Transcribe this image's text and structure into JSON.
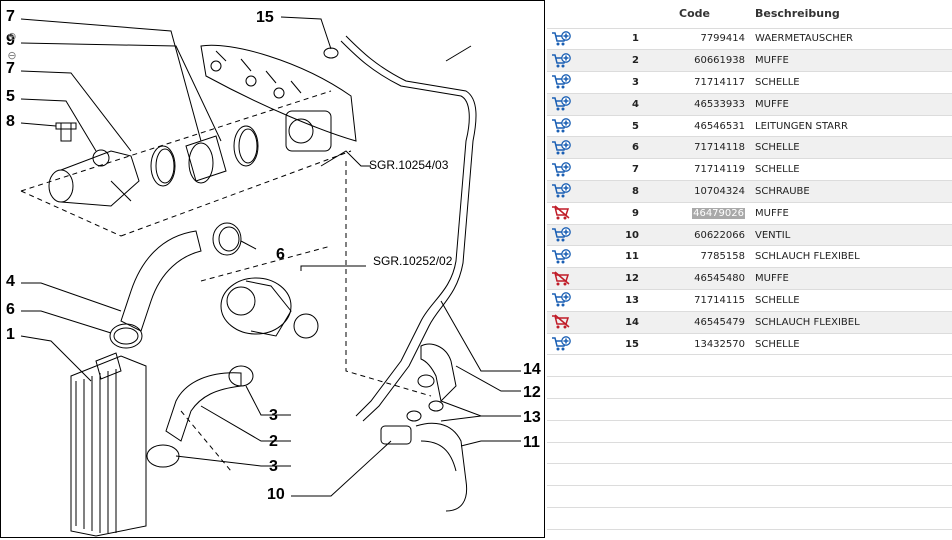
{
  "diagram": {
    "callouts": [
      "7",
      "9",
      "7",
      "5",
      "8",
      "15",
      "4",
      "6",
      "1",
      "6",
      "3",
      "2",
      "3",
      "10",
      "14",
      "12",
      "13",
      "11"
    ],
    "references": [
      "SGR.10254/03",
      "SGR.10252/02"
    ],
    "zoom_tools": [
      "zoom-in-icon",
      "zoom-out-icon"
    ]
  },
  "table": {
    "headers": {
      "icon": "",
      "num": "",
      "code": "Code",
      "desc": "Beschreibung"
    },
    "rows": [
      {
        "num": "1",
        "code": "7799414",
        "desc": "WAERMETAUSCHER",
        "icon": "add-to-cart-icon",
        "color": "#1a5fb4"
      },
      {
        "num": "2",
        "code": "60661938",
        "desc": "MUFFE",
        "icon": "add-to-cart-icon",
        "color": "#1a5fb4"
      },
      {
        "num": "3",
        "code": "71714117",
        "desc": "SCHELLE",
        "icon": "add-to-cart-icon",
        "color": "#1a5fb4"
      },
      {
        "num": "4",
        "code": "46533933",
        "desc": "MUFFE",
        "icon": "add-to-cart-icon",
        "color": "#1a5fb4"
      },
      {
        "num": "5",
        "code": "46546531",
        "desc": "LEITUNGEN STARR",
        "icon": "add-to-cart-icon",
        "color": "#1a5fb4"
      },
      {
        "num": "6",
        "code": "71714118",
        "desc": "SCHELLE",
        "icon": "add-to-cart-icon",
        "color": "#1a5fb4"
      },
      {
        "num": "7",
        "code": "71714119",
        "desc": "SCHELLE",
        "icon": "add-to-cart-icon",
        "color": "#1a5fb4"
      },
      {
        "num": "8",
        "code": "10704324",
        "desc": "SCHRAUBE",
        "icon": "add-to-cart-icon",
        "color": "#1a5fb4"
      },
      {
        "num": "9",
        "code": "46479026",
        "desc": "MUFFE",
        "icon": "unavailable-cart-icon",
        "color": "#c01c28",
        "selected": true
      },
      {
        "num": "10",
        "code": "60622066",
        "desc": "VENTIL",
        "icon": "add-to-cart-icon",
        "color": "#1a5fb4"
      },
      {
        "num": "11",
        "code": "7785158",
        "desc": "SCHLAUCH FLEXIBEL",
        "icon": "add-to-cart-icon",
        "color": "#1a5fb4"
      },
      {
        "num": "12",
        "code": "46545480",
        "desc": "MUFFE",
        "icon": "unavailable-cart-icon",
        "color": "#c01c28"
      },
      {
        "num": "13",
        "code": "71714115",
        "desc": "SCHELLE",
        "icon": "add-to-cart-icon",
        "color": "#1a5fb4"
      },
      {
        "num": "14",
        "code": "46545479",
        "desc": "SCHLAUCH FLEXIBEL",
        "icon": "unavailable-cart-icon",
        "color": "#c01c28"
      },
      {
        "num": "15",
        "code": "13432570",
        "desc": "SCHELLE",
        "icon": "add-to-cart-icon",
        "color": "#1a5fb4"
      }
    ]
  }
}
